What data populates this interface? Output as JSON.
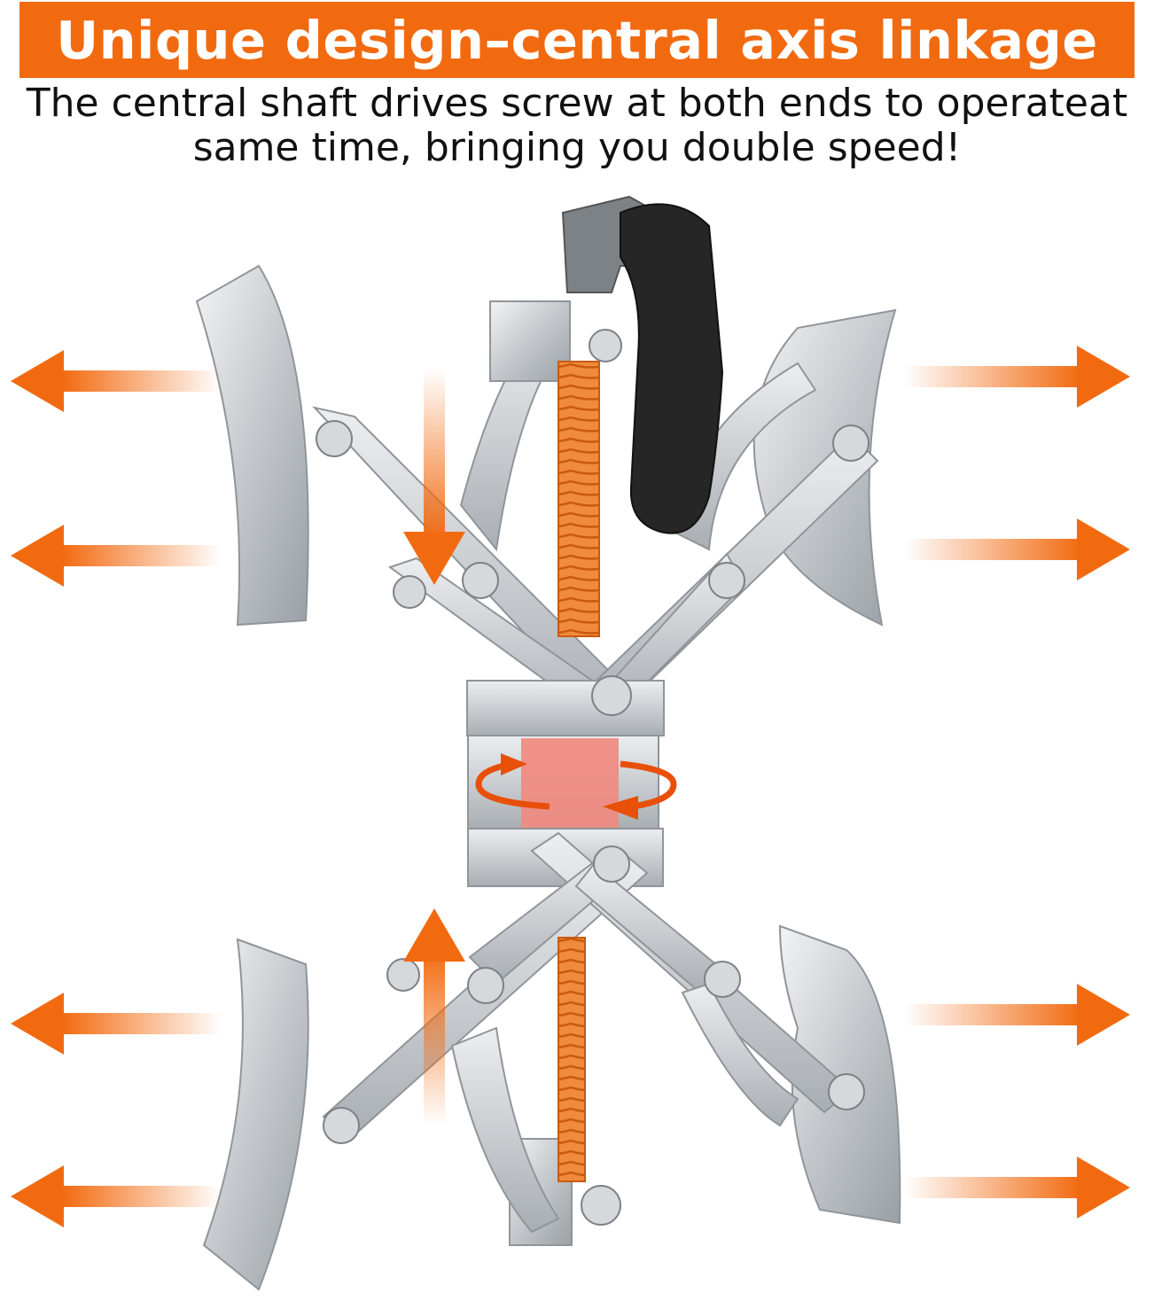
{
  "header": {
    "title": "Unique design–central axis linkage",
    "subtitle_line1": "The central shaft drives screw at both ends to operateat",
    "subtitle_line2": "same time, bringing you double speed!"
  },
  "colors": {
    "accent": "#f26a10",
    "steel_light": "#e6e8ea",
    "steel_mid": "#b9bdc1",
    "steel_dark": "#8a8f94",
    "handle": "#2a2a2a",
    "screw": "#f08030",
    "rotor": "#f0807a"
  },
  "illustration": {
    "subject": "scissor-style tire chock with central axis linkage",
    "outward_arrows": 8,
    "inward_arrows": 2,
    "rotation_indicator": "circular arrow around central coupling"
  }
}
